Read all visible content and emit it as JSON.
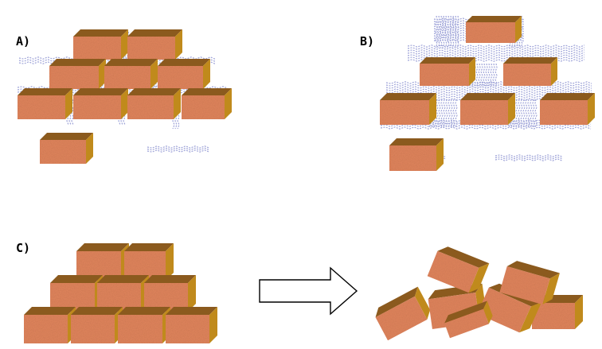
{
  "labels": {
    "panel_a": "A)",
    "panel_b": "B)",
    "panel_c": "C)"
  },
  "colors": {
    "brick_front": "#e0845c",
    "brick_top": "#8b5a1e",
    "brick_side": "#c08a1c",
    "mortar": "#9ea3d8",
    "arrow_stroke": "#000000"
  },
  "panels": {
    "a": {
      "stacked_bricks": 9,
      "loose_bricks": 1,
      "mortar": "sparse"
    },
    "b": {
      "stacked_bricks": 6,
      "loose_bricks": 1,
      "mortar": "dense"
    },
    "c_before": {
      "stacked_bricks": 9,
      "loose_bricks": 0,
      "mortar": "none"
    },
    "c_after": {
      "state": "collapsed"
    }
  },
  "arrow_icon": "right-arrow-icon"
}
